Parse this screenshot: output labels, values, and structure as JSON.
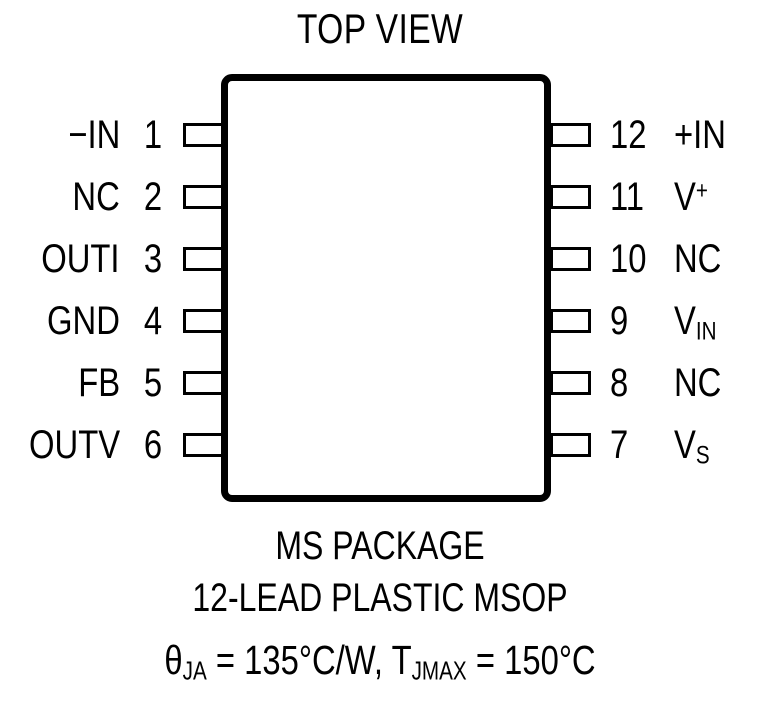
{
  "figure": {
    "title": "TOP VIEW",
    "package_name": "MS PACKAGE",
    "package_desc": "12-LEAD PLASTIC MSOP",
    "thermal": {
      "theta_symbol": "θ",
      "theta_sub": "JA",
      "theta_value": " = 135°C/W, ",
      "tj_symbol": "T",
      "tj_sub": "JMAX",
      "tj_value": " = 150°C",
      "full_text": "θJA = 135°C/W, TJMAX = 150°C"
    },
    "colors": {
      "ink": "#000000",
      "background": "#ffffff"
    }
  },
  "pins": {
    "left": [
      {
        "number": "1",
        "name": "−IN"
      },
      {
        "number": "2",
        "name": "NC"
      },
      {
        "number": "3",
        "name": "OUTI"
      },
      {
        "number": "4",
        "name": "GND"
      },
      {
        "number": "5",
        "name": "FB"
      },
      {
        "number": "6",
        "name": "OUTV"
      }
    ],
    "right": [
      {
        "number": "12",
        "name": "+IN",
        "base": "+IN",
        "sup": "",
        "sub": ""
      },
      {
        "number": "11",
        "name": "V+",
        "base": "V",
        "sup": "+",
        "sub": ""
      },
      {
        "number": "10",
        "name": "NC",
        "base": "NC",
        "sup": "",
        "sub": ""
      },
      {
        "number": "9",
        "name": "VIN",
        "base": "V",
        "sup": "",
        "sub": "IN"
      },
      {
        "number": "8",
        "name": "NC",
        "base": "NC",
        "sup": "",
        "sub": ""
      },
      {
        "number": "7",
        "name": "VS",
        "base": "V",
        "sup": "",
        "sub": "S"
      }
    ]
  }
}
